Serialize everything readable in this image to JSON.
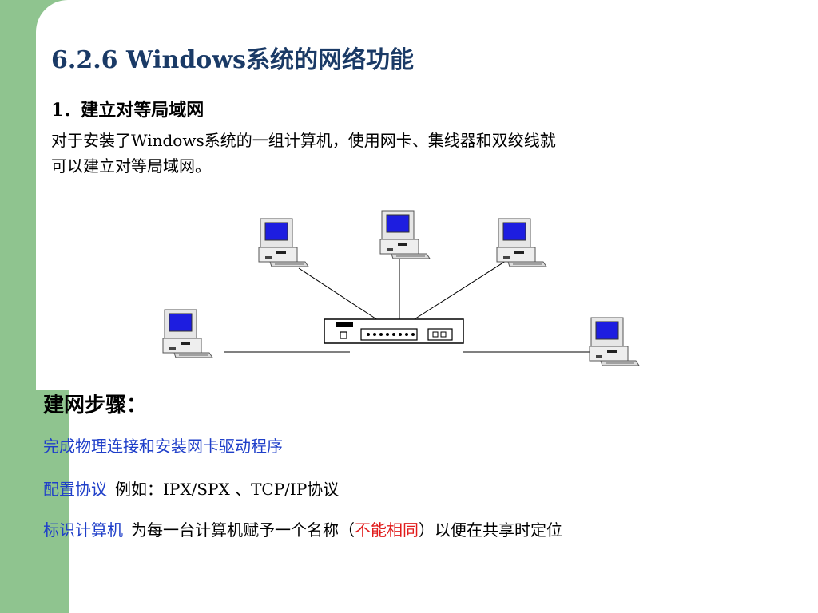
{
  "title": "6.2.6 Windows系统的网络功能",
  "section": {
    "heading": "1．建立对等局域网",
    "intro_line1": "对于安装了Windows系统的一组计算机，使用网卡、集线器和双绞线就",
    "intro_line2": "可以建立对等局域网。"
  },
  "diagram": {
    "nodes": [
      "computer-1",
      "computer-2",
      "computer-3",
      "computer-4",
      "computer-5"
    ],
    "hub": "hub"
  },
  "steps": {
    "title": "建网步骤：",
    "step1": "完成物理连接和安装网卡驱动程序",
    "step2_label": "配置协议",
    "step2_text": "例如：IPX/SPX 、TCP/IP协议",
    "step3_label": "标识计算机",
    "step3_text_a": "为每一台计算机赋予一个名称（",
    "step3_highlight": "不能相同",
    "step3_text_b": "）以便在共享时定位"
  },
  "colors": {
    "accent_green": "#8fc48f",
    "title_blue": "#1a3a66",
    "link_blue": "#1f3fc9",
    "warn_red": "#e11b1b"
  }
}
